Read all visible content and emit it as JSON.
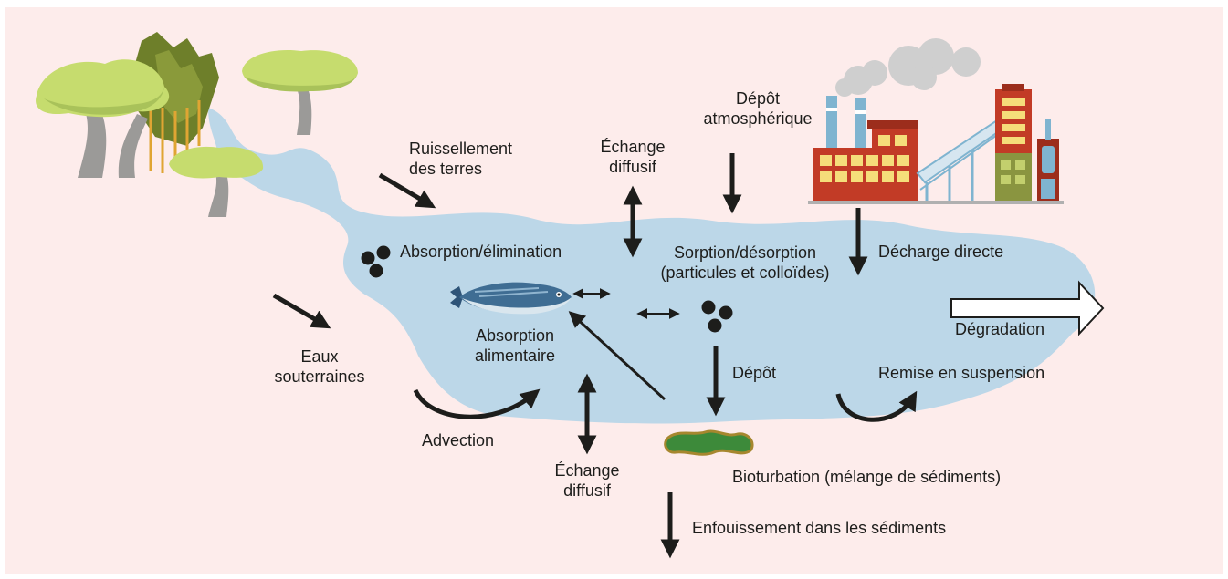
{
  "colors": {
    "background": "#fdeceb",
    "water": "#bcd7e8",
    "arrow": "#1d1d1b",
    "canopy": "#c6dc6e",
    "trunk": "#9b9a98",
    "factory": "#c23b26",
    "factory_window": "#f5dd7a",
    "smoke": "#cfcfcf",
    "fish": "#3f6d93",
    "sediment": "#8a7a3a"
  },
  "icons": [
    "forest-icon",
    "factory-icon",
    "smoke-icon",
    "fish-icon",
    "particles-icon",
    "sediment-icon"
  ],
  "labels": {
    "ruissellement": [
      "Ruissellement",
      "des terres"
    ],
    "echange_top": [
      "Échange",
      "diffusif"
    ],
    "depot_atmo": [
      "Dépôt",
      "atmosphérique"
    ],
    "absorption_elim": "Absorption/élimination",
    "sorption": [
      "Sorption/désorption",
      "(particules et colloïdes)"
    ],
    "decharge": "Décharge directe",
    "absorption_alim": [
      "Absorption",
      "alimentaire"
    ],
    "degradation": "Dégradation",
    "eaux": [
      "Eaux",
      "souterraines"
    ],
    "depot": "Dépôt",
    "remise": "Remise en suspension",
    "advection": "Advection",
    "echange_bottom": [
      "Échange",
      "diffusif"
    ],
    "bioturbation": "Bioturbation (mélange de sédiments)",
    "enfouissement": "Enfouissement dans les sédiments"
  }
}
